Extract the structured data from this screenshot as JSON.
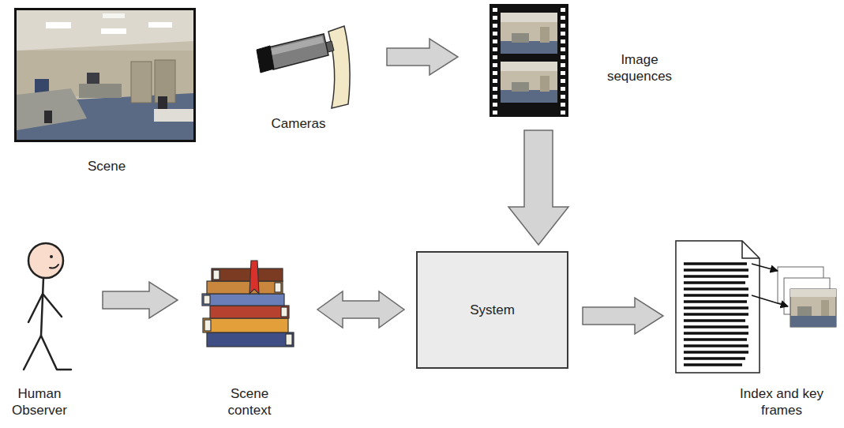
{
  "diagram": {
    "nodes": [
      {
        "text": [
          "Scene"
        ]
      },
      {
        "text": [
          "Cameras"
        ]
      },
      {
        "text": [
          "Image sequences"
        ]
      },
      {
        "text": [
          "Human Observer"
        ]
      },
      {
        "text": [
          "Scene context"
        ]
      },
      {
        "text": [
          "System"
        ]
      },
      {
        "text": [
          "Index and key frames"
        ]
      }
    ],
    "edges": [
      {
        "from": 1,
        "to": 2,
        "arrow": "to"
      },
      {
        "from": 2,
        "to": 5,
        "arrow": "to"
      },
      {
        "from": 3,
        "to": 4,
        "arrow": "to"
      },
      {
        "from": 4,
        "to": 5,
        "arrow": "both"
      },
      {
        "from": 5,
        "to": 6,
        "arrow": "to"
      }
    ]
  }
}
